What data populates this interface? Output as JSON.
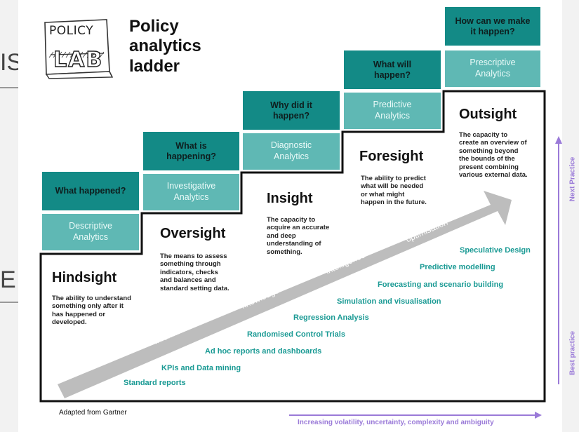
{
  "background_fragments": {
    "top": "IS",
    "middle": "E"
  },
  "logo": {
    "line1": "POLICY",
    "line2": "LAB"
  },
  "title": {
    "line1": "Policy",
    "line2": "analytics",
    "line3": "ladder"
  },
  "steps": [
    {
      "question": "What happened?",
      "analytics": "Descriptive\nAnalytics",
      "stage": "Hindsight",
      "description": "The ability to understand\nsomething only after it\nhas happened or\ndeveloped."
    },
    {
      "question": "What is\nhappening?",
      "analytics": "Investigative\nAnalytics",
      "stage": "Oversight",
      "description": "The means to assess\nsomething through\nindicators, checks\nand balances and\nstandard setting data."
    },
    {
      "question": "Why did it\nhappen?",
      "analytics": "Diagnostic\nAnalytics",
      "stage": "Insight",
      "description": "The capacity to\nacquire an accurate\nand deep\nunderstanding of\nsomething."
    },
    {
      "question": "What will\nhappen?",
      "analytics": "Predictive\nAnalytics",
      "stage": "Foresight",
      "description": "The ability to predict\nwhat will be needed\nor what might\nhappen in the future."
    },
    {
      "question": "How can we make\nit happen?",
      "analytics": "Prescriptive\nAnalytics",
      "stage": "Outsight",
      "description": "The capacity to\ncreate an overview of\nsomething beyond\nthe bounds of the\npresent combining\nvarious external data."
    }
  ],
  "arrow_words": [
    "data",
    "information",
    "knowledge",
    "intelligence",
    "optimisation"
  ],
  "methods": [
    "Speculative Design",
    "Predictive modelling",
    "Forecasting and scenario building",
    "Simulation and visualisation",
    "Regression Analysis",
    "Randomised Control Trials",
    "Ad hoc reports and dashboards",
    "KPIs and Data mining",
    "Standard reports"
  ],
  "footer": {
    "source": "Adapted from Gartner",
    "x_axis_label": "Increasing volatility, uncertainty, complexity and ambiguity"
  },
  "side_labels": {
    "top": "Next Practice",
    "bottom": "Best practice"
  },
  "colors": {
    "question_box": "#138a86",
    "analytics_box": "#5fb8b4",
    "method_text": "#1a9a94",
    "arrow": "#bdbdbd",
    "accent_purple": "#9a7ad8"
  }
}
